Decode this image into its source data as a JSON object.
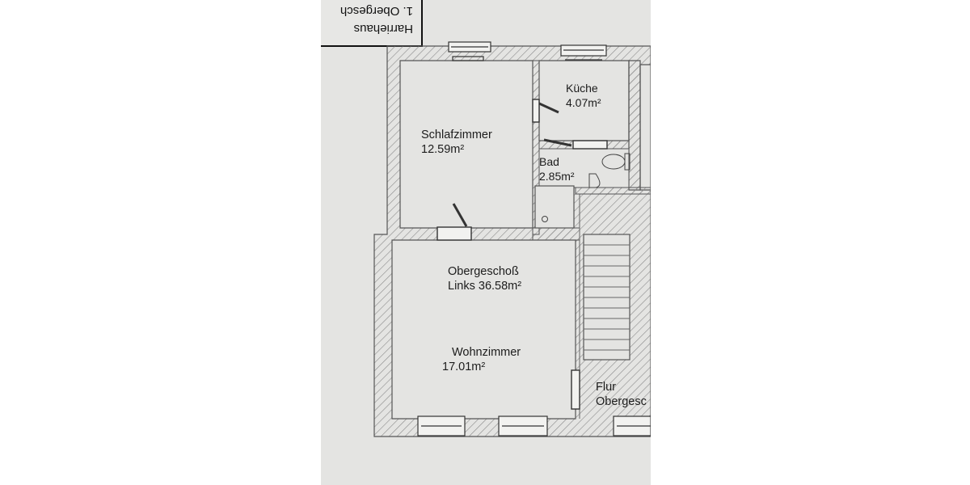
{
  "title_block": {
    "line1": "1. Obergesch",
    "line2": "Harriehaus"
  },
  "rooms": {
    "schlafzimmer": {
      "name": "Schlafzimmer",
      "area": "12.59m²"
    },
    "kueche": {
      "name": "Küche",
      "area": "4.07m²"
    },
    "bad": {
      "name": "Bad",
      "area": "2.85m²"
    },
    "wohnung": {
      "name": "Obergeschoß",
      "area_line": "Links 36.58m²"
    },
    "wohnzimmer": {
      "name": "Wohnzimmer",
      "area": "17.01m²"
    },
    "flur": {
      "name": "Flur",
      "area_line": "Obergesc"
    }
  },
  "colors": {
    "paper": "#e4e4e2",
    "wall_line": "#555555",
    "hatch": "#8a8a8a"
  }
}
